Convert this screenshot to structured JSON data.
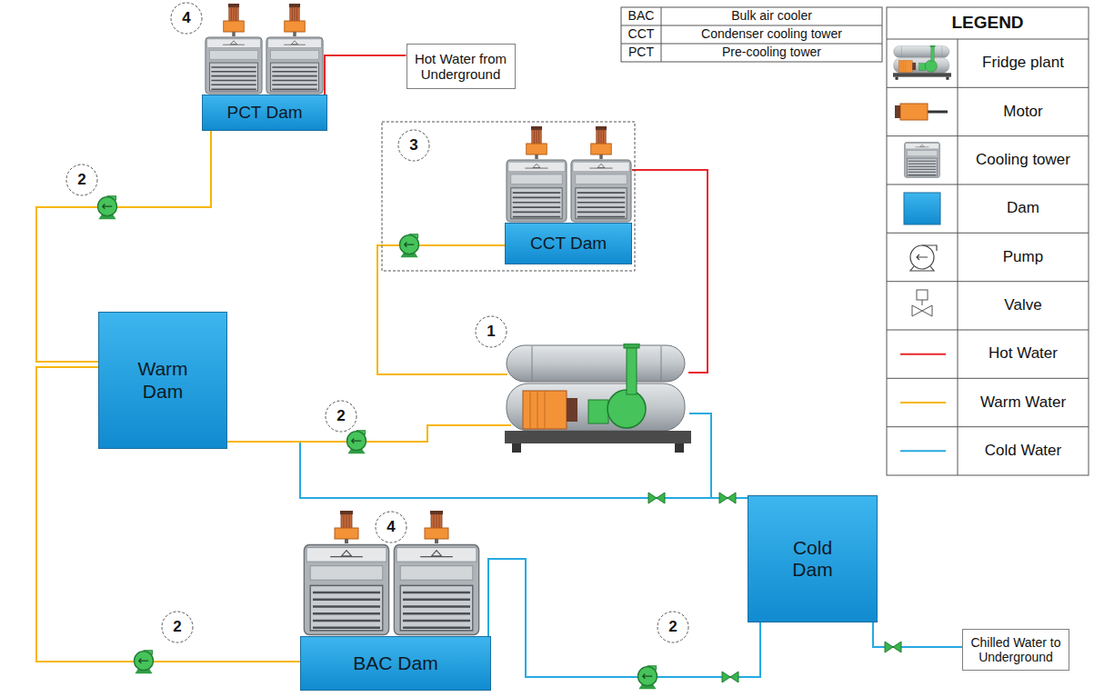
{
  "diagram": {
    "nodes": [
      {
        "text": [
          "PCT Dam"
        ]
      },
      {
        "text": [
          "Hot Water from Underground"
        ]
      },
      {
        "text": [
          "CCT Dam"
        ]
      },
      {
        "text": [
          "Warm Dam"
        ]
      },
      {
        "text": [
          "Cold Dam"
        ]
      },
      {
        "text": [
          "BAC Dam"
        ]
      },
      {
        "text": [
          "Chilled Water to Underground"
        ]
      }
    ],
    "edges": [
      {
        "from": 1,
        "to": 0,
        "arrow": "none"
      },
      {
        "from": 0,
        "to": 3,
        "arrow": "none"
      },
      {
        "from": 3,
        "to": 4,
        "arrow": "none"
      },
      {
        "from": 4,
        "to": 5,
        "arrow": "none"
      },
      {
        "from": 5,
        "to": 3,
        "arrow": "none"
      },
      {
        "from": 4,
        "to": 6,
        "arrow": "none"
      }
    ],
    "labels": [
      "BAC",
      "Bulk air cooler",
      "CCT",
      "Condenser cooling tower",
      "PCT",
      "Pre-cooling tower",
      "LEGEND",
      "4",
      "3",
      "2",
      "1",
      "2",
      "4",
      "2",
      "2"
    ],
    "legend": [
      {
        "text": "Fridge plant"
      },
      {
        "text": "Motor"
      },
      {
        "text": "Cooling tower"
      },
      {
        "text": "Dam"
      },
      {
        "text": "Pump"
      },
      {
        "text": "Valve"
      },
      {
        "text": "Hot Water"
      },
      {
        "text": "Warm Water"
      },
      {
        "text": "Cold Water"
      }
    ]
  }
}
